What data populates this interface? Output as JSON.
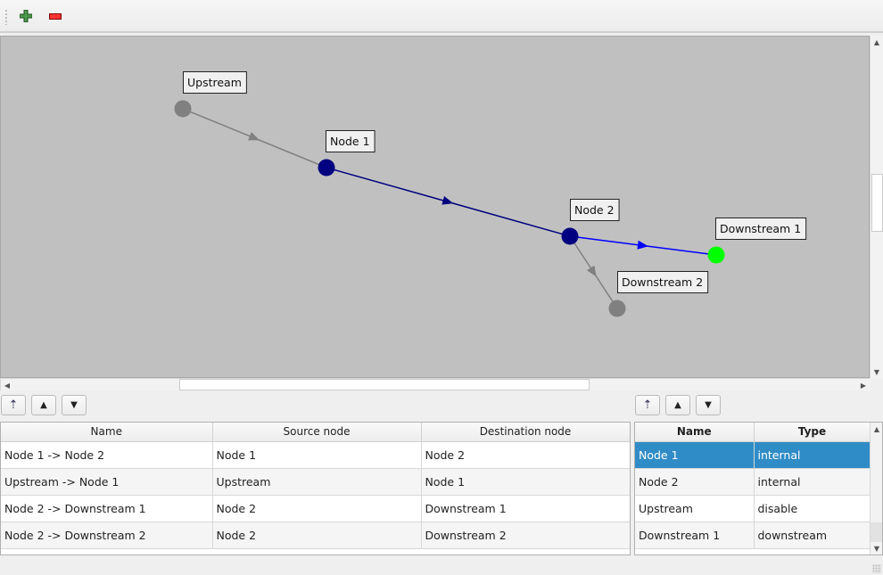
{
  "toolbar": {
    "add_icon": "green-plus-icon",
    "remove_icon": "red-minus-icon"
  },
  "graph": {
    "nodes": [
      {
        "name": "Upstream",
        "color": "#808080"
      },
      {
        "name": "Node 1",
        "color": "#000080"
      },
      {
        "name": "Node 2",
        "color": "#000080"
      },
      {
        "name": "Downstream 1",
        "color": "#00ff00"
      },
      {
        "name": "Downstream 2",
        "color": "#808080"
      }
    ],
    "edges": [
      {
        "from": "Upstream",
        "to": "Node 1",
        "color": "#808080"
      },
      {
        "from": "Node 1",
        "to": "Node 2",
        "color": "#000080"
      },
      {
        "from": "Node 2",
        "to": "Downstream 1",
        "color": "#0000ff"
      },
      {
        "from": "Node 2",
        "to": "Downstream 2",
        "color": "#808080"
      }
    ]
  },
  "edges_table": {
    "columns": [
      "Name",
      "Source node",
      "Destination node"
    ],
    "rows": [
      [
        "Node 1 -> Node 2",
        "Node 1",
        "Node 2"
      ],
      [
        "Upstream -> Node 1",
        "Upstream",
        "Node 1"
      ],
      [
        "Node 2 -> Downstream 1",
        "Node 2",
        "Downstream 1"
      ],
      [
        "Node 2 -> Downstream 2",
        "Node 2",
        "Downstream 2"
      ]
    ]
  },
  "nodes_table": {
    "columns": [
      "Name",
      "Type"
    ],
    "rows": [
      [
        "Node 1",
        "internal"
      ],
      [
        "Node 2",
        "internal"
      ],
      [
        "Upstream",
        "disable"
      ],
      [
        "Downstream 1",
        "downstream"
      ]
    ],
    "selected_row": 0,
    "selection_color": "#308cc6"
  }
}
